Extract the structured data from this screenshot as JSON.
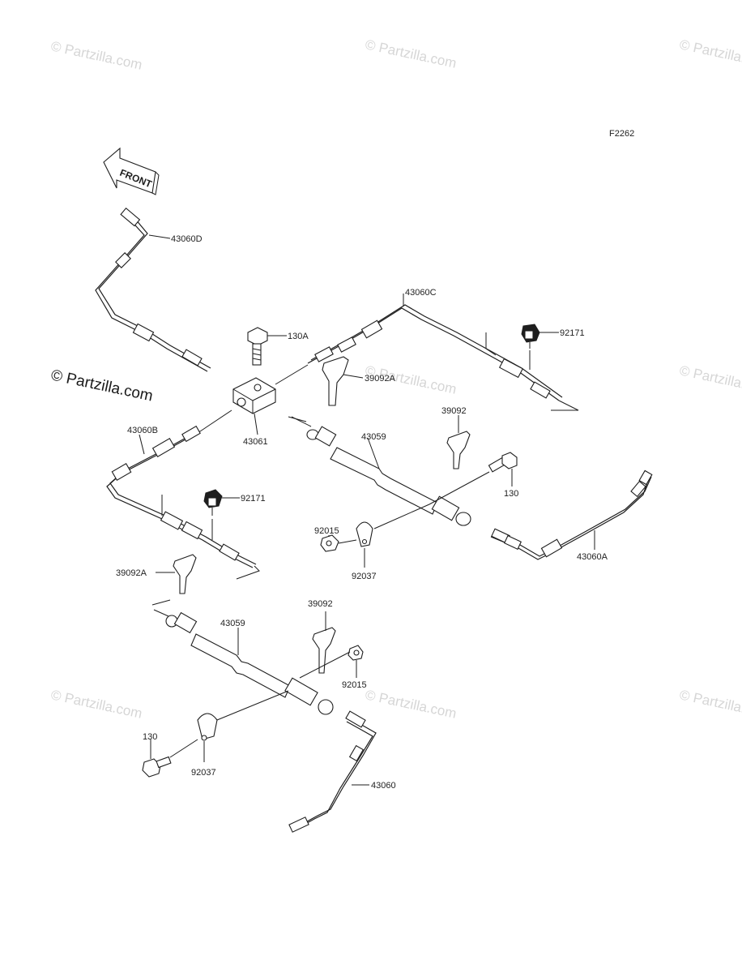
{
  "diagram": {
    "figure_code": "F2262",
    "front_arrow_text": "FRONT",
    "watermark": "© Partzilla.com",
    "labels": {
      "p43060D": "43060D",
      "p43060C": "43060C",
      "p130A": "130A",
      "p92171_top": "92171",
      "p39092A_top": "39092A",
      "p39092_top": "39092",
      "p43059_top": "43059",
      "p43061": "43061",
      "p43060B": "43060B",
      "p130_right": "130",
      "p92171_left": "92171",
      "p92015_top": "92015",
      "p92037_top": "92037",
      "p43060A": "43060A",
      "p39092A_left": "39092A",
      "p39092_bottom": "39092",
      "p43059_bottom": "43059",
      "p92015_bottom": "92015",
      "p130_bottom": "130",
      "p92037_bottom": "92037",
      "p43060": "43060"
    }
  }
}
